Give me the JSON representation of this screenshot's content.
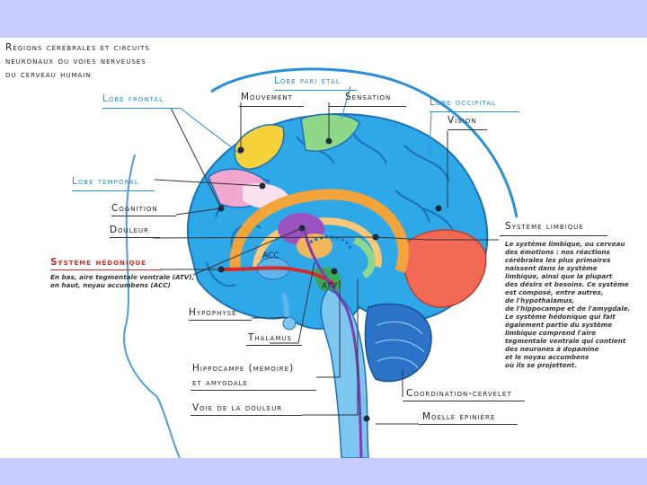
{
  "title_lines": [
    "Régions cérébrales et circuits",
    "neuronaux ou voies nerveuses",
    "du cerveau humain"
  ],
  "labels": {
    "lobe_parietal": "Lobe pari étal",
    "lobe_frontal": "Lobe frontal",
    "mouvement": "Mouvement",
    "sensation": "Sensation",
    "lobe_occipital": "Lobe occipital",
    "vision": "Vision",
    "lobe_temporal": "Lobe temporal",
    "cognition": "Cognition",
    "douleur": "Douleur",
    "systeme_hedonique": "Système hédonique",
    "hypophyse": "Hypophyse",
    "thalamus": "Thalamus",
    "hippocampe_line1": "Hippocampe (mémoire)",
    "hippocampe_line2": "et amygdale",
    "voie_douleur": "Voie de la douleur",
    "systeme_limbique": "Système limbique",
    "coordination_cervelet": "Coordination-cervelet",
    "moelle_epiniere": "Moelle épinière",
    "acc": "ACC",
    "atv": "ATV"
  },
  "hedonique_note": [
    "En bas, aire tegmentale ventrale (ATV),",
    "en haut, noyau accumbens (ACC)"
  ],
  "limbique_note": [
    "Le système limbique, ou cerveau",
    "des émotions : nos réactions",
    "cérébrales les plus primaires",
    "naissent dans le système",
    "limbique, ainsi que la plupart",
    "des désirs et besoins. Ce système",
    "est composé, entre autres,",
    "de l'hypothalamus,",
    "de l'hippocampe et de l'amygdale.",
    "Le système hédonique qui fait",
    "également partie du système",
    "limbique comprend l'aire",
    "tegmentale ventrale qui contient",
    "des neurones à dopamine",
    "et le noyau accumbens",
    "où ils se projettent."
  ],
  "colors": {
    "frame": "#c8ccff",
    "brain_blue": "#2fa8e8",
    "cortex_dark": "#1d6fb8",
    "label_blue": "#2a8fd8",
    "hedonic_red": "#d32a2a",
    "pain_purple": "#7a3fb0",
    "limbic_orange": "#f2a33a",
    "occipital_red": "#f06a55",
    "motor_yellow": "#f6d23a",
    "sensation_green": "#8fd88a"
  }
}
